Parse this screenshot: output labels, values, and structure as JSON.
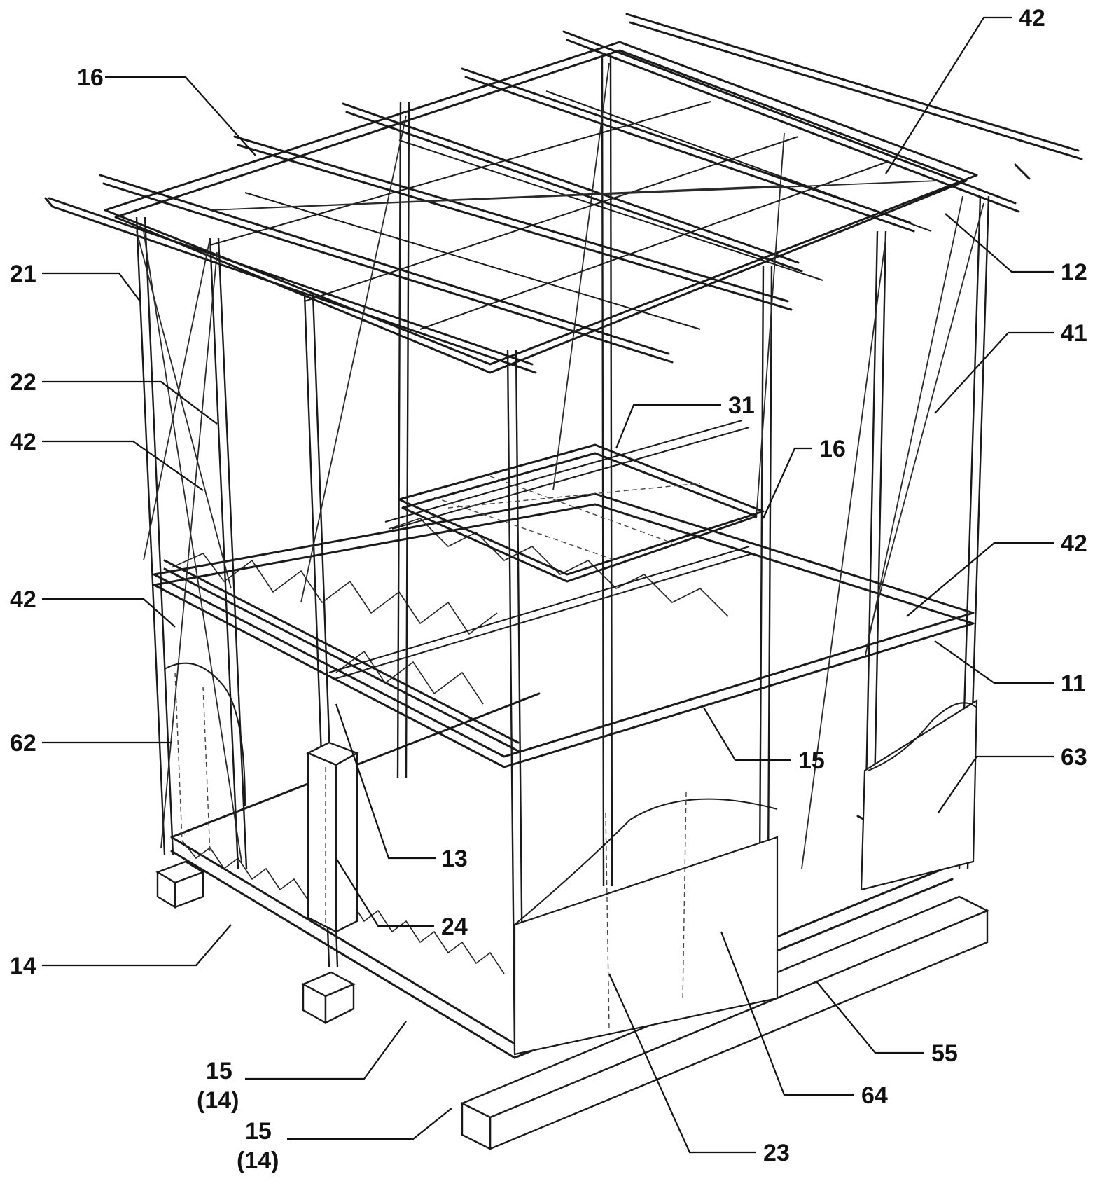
{
  "figure": {
    "callouts": [
      {
        "id": "top-right-42",
        "text": "42"
      },
      {
        "id": "top-16",
        "text": "16"
      },
      {
        "id": "right-12",
        "text": "12"
      },
      {
        "id": "left-21",
        "text": "21"
      },
      {
        "id": "right-41",
        "text": "41"
      },
      {
        "id": "left-22",
        "text": "22"
      },
      {
        "id": "mid-31",
        "text": "31"
      },
      {
        "id": "mid-16",
        "text": "16"
      },
      {
        "id": "left-42-upper",
        "text": "42"
      },
      {
        "id": "right-42-mid",
        "text": "42"
      },
      {
        "id": "left-42-lower",
        "text": "42"
      },
      {
        "id": "right-11",
        "text": "11"
      },
      {
        "id": "left-62",
        "text": "62"
      },
      {
        "id": "mid-15",
        "text": "15"
      },
      {
        "id": "right-63",
        "text": "63"
      },
      {
        "id": "mid-13",
        "text": "13"
      },
      {
        "id": "mid-24",
        "text": "24"
      },
      {
        "id": "left-14",
        "text": "14"
      },
      {
        "id": "right-55",
        "text": "55"
      },
      {
        "id": "bottom-15-a",
        "text": "15"
      },
      {
        "id": "bottom-14-a",
        "text": "(14)"
      },
      {
        "id": "bottom-64",
        "text": "64"
      },
      {
        "id": "bottom-15-b",
        "text": "15"
      },
      {
        "id": "bottom-23",
        "text": "23"
      },
      {
        "id": "bottom-14-b",
        "text": "(14)"
      }
    ]
  }
}
